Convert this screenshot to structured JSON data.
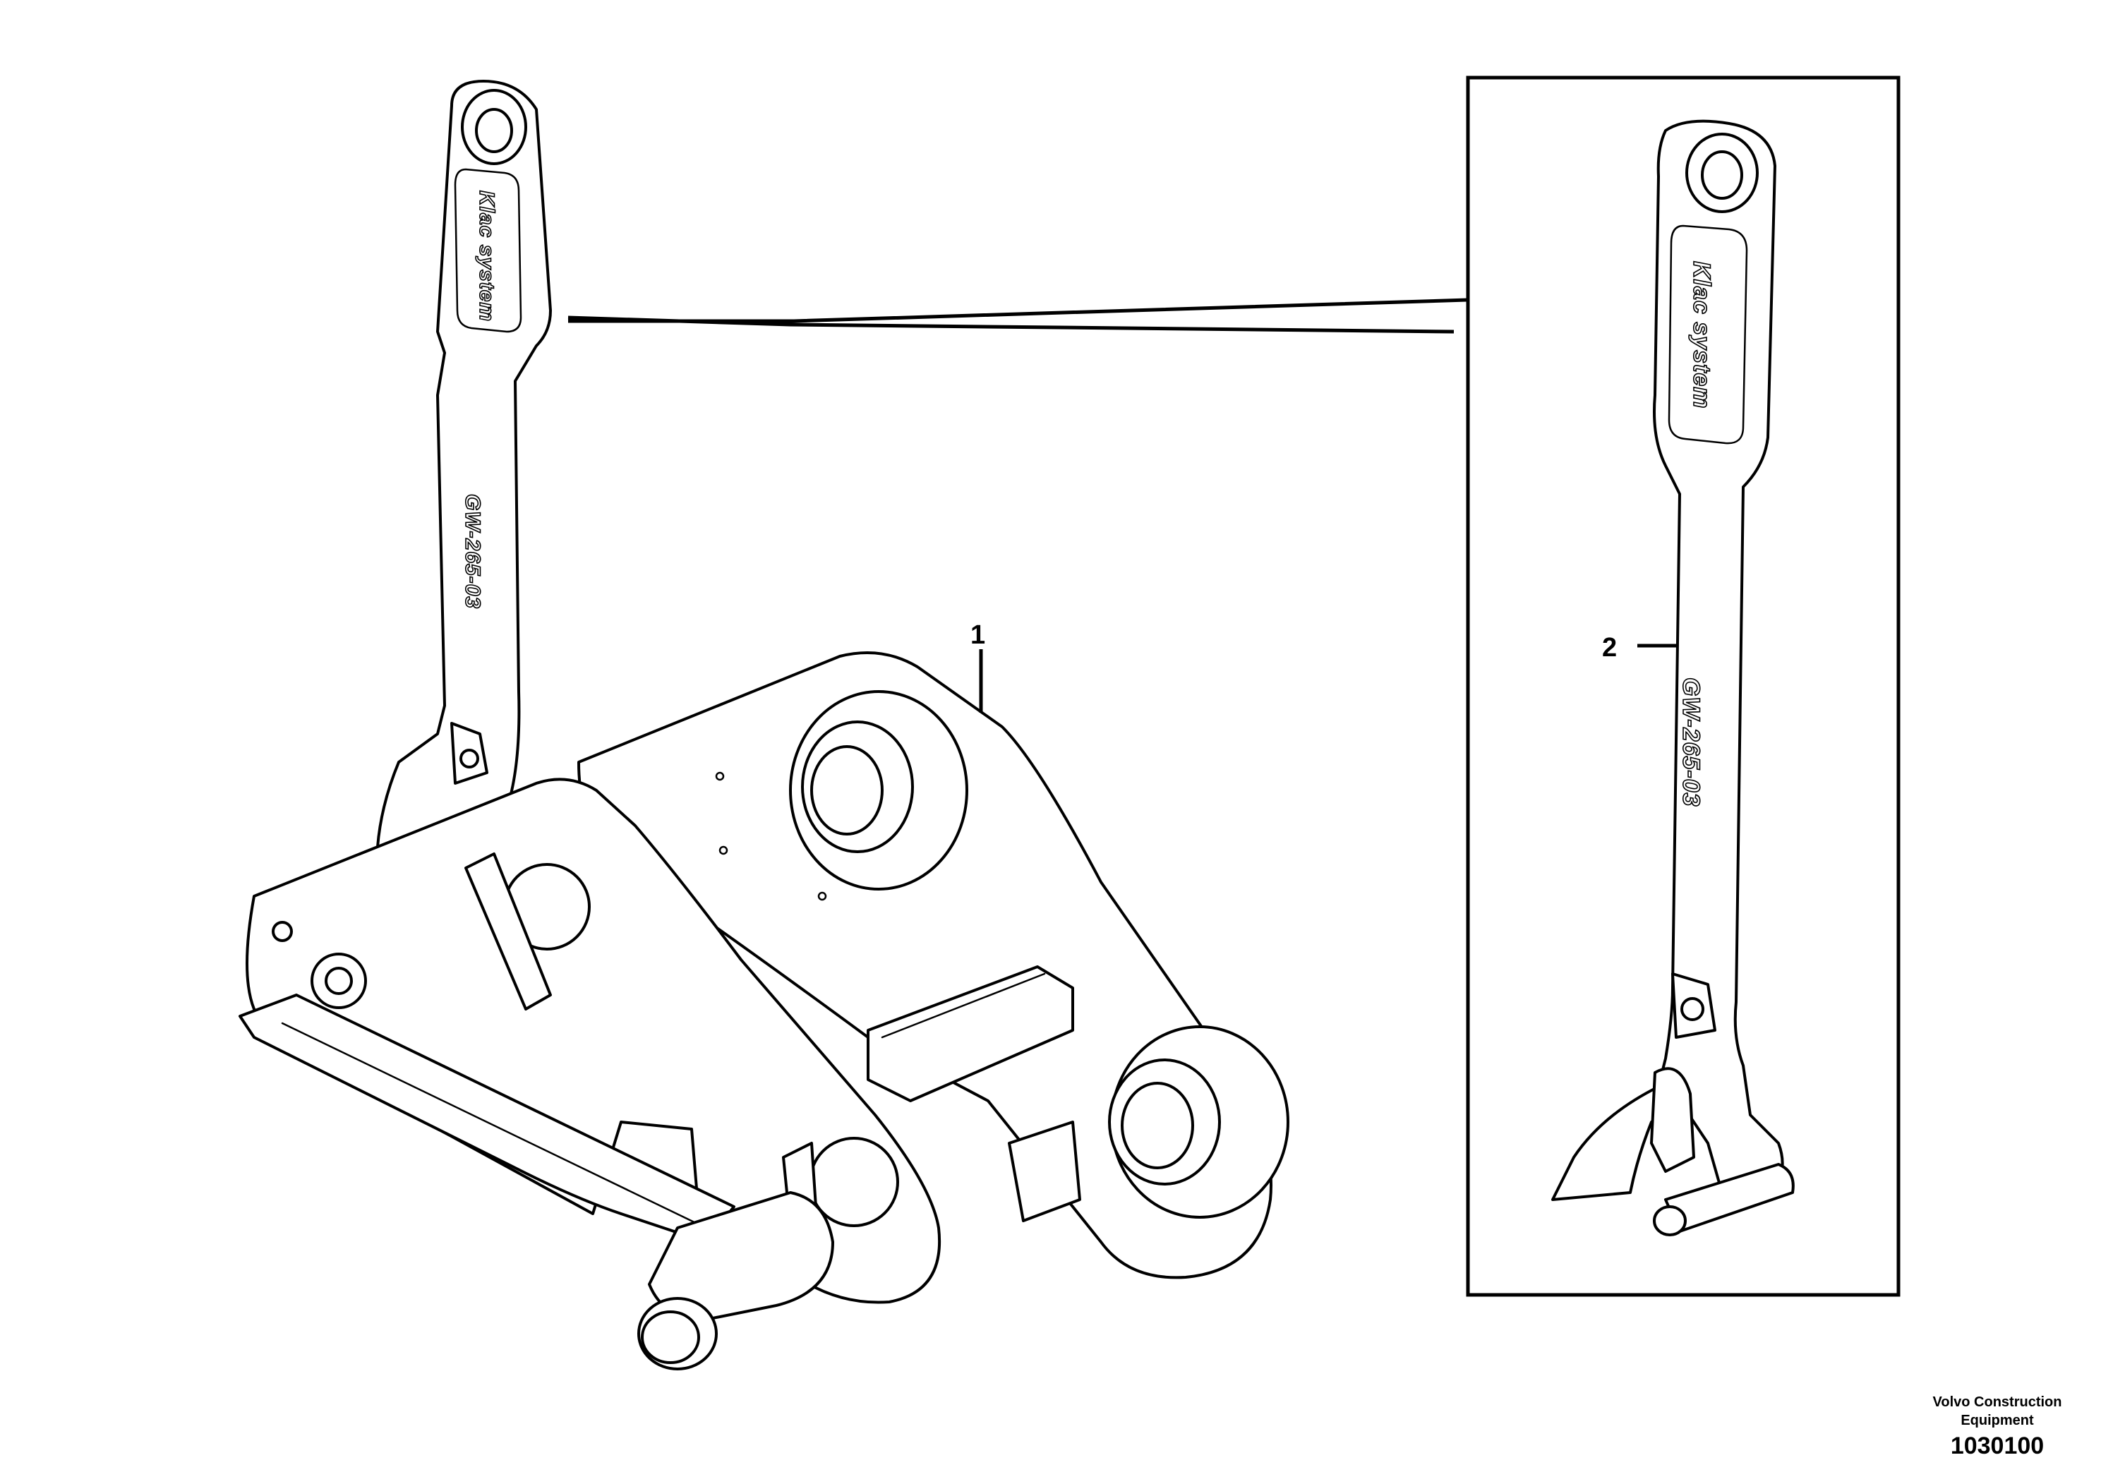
{
  "callouts": {
    "part_1": "1",
    "part_2": "2"
  },
  "handle_marking": {
    "brand_text": "Klac system",
    "part_code": "GW-265-03"
  },
  "footer": {
    "company_line1": "Volvo Construction",
    "company_line2": "Equipment",
    "document_number": "1030100"
  }
}
